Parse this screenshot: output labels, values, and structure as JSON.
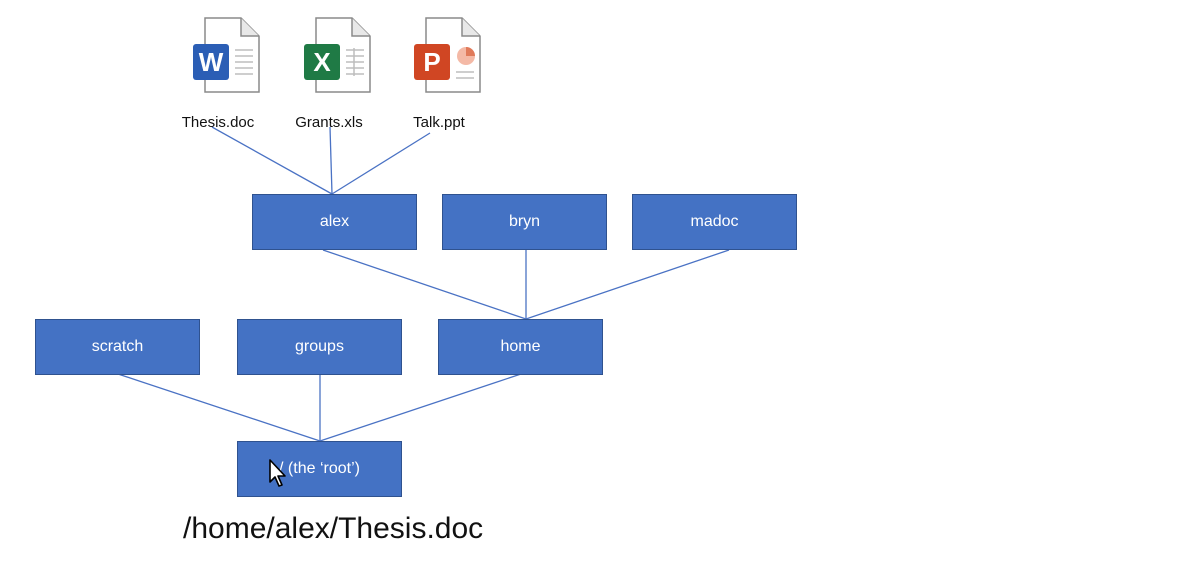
{
  "colors": {
    "node_fill": "#4472c4",
    "edge": "#4a72c4",
    "word": "#2b5eb5",
    "excel": "#1f7a45",
    "powerpoint": "#d04623"
  },
  "files": [
    {
      "name": "Thesis.doc",
      "letter": "W",
      "icon": "word-document-icon"
    },
    {
      "name": "Grants.xls",
      "letter": "X",
      "icon": "excel-spreadsheet-icon"
    },
    {
      "name": "Talk.ppt",
      "letter": "P",
      "icon": "powerpoint-presentation-icon"
    }
  ],
  "nodes": {
    "alex": "alex",
    "bryn": "bryn",
    "madoc": "madoc",
    "scratch": "scratch",
    "groups": "groups",
    "home": "home",
    "root": "/ (the ‘root’)"
  },
  "path": "/home/alex/Thesis.doc"
}
